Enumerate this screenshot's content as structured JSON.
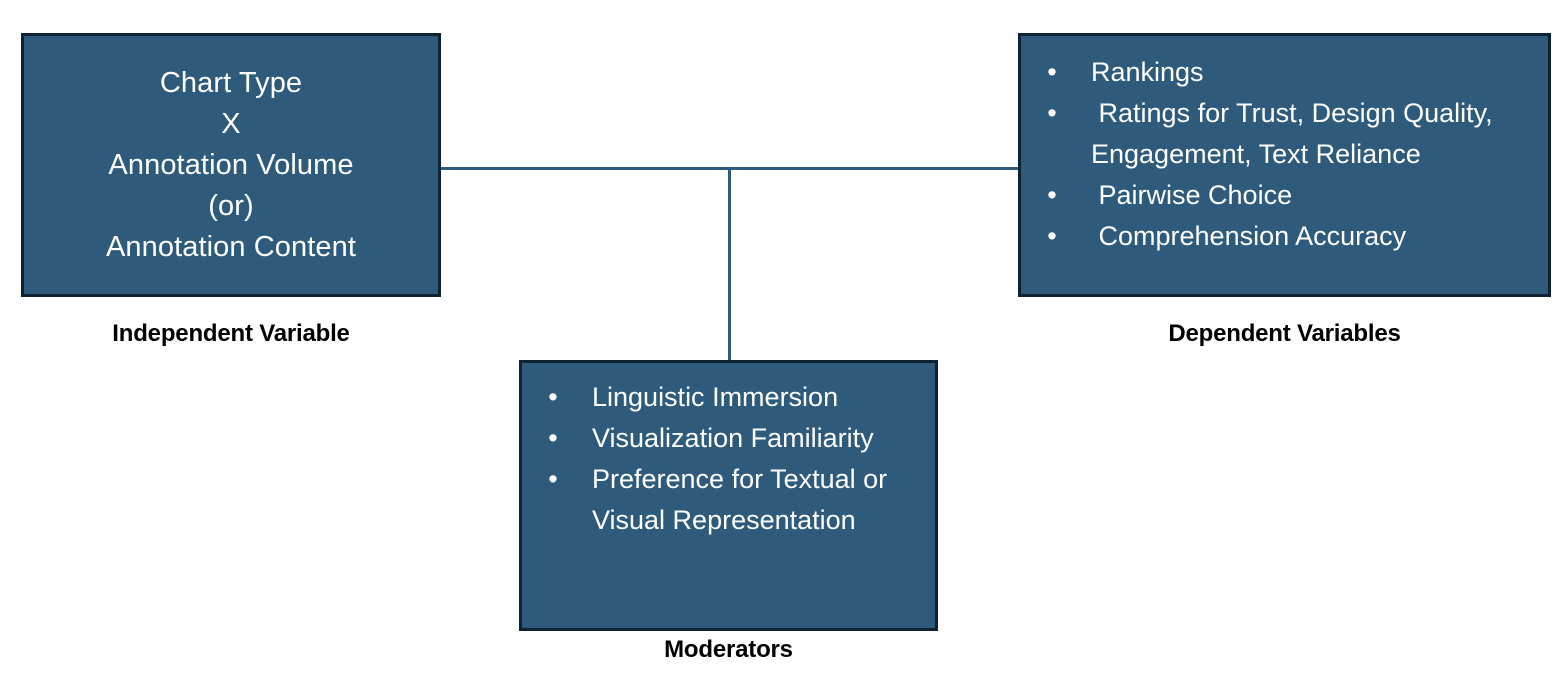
{
  "diagram": {
    "title_independent": "Independent Variable",
    "title_dependent": "Dependent Variables",
    "title_moderators": "Moderators",
    "colors": {
      "box_fill": "#2e5b7b",
      "box_border": "#0f2233",
      "connector": "#2e5b7b",
      "box_text": "#ffffff",
      "caption_text": "#000000",
      "background": "#ffffff"
    },
    "independent_variable": {
      "lines": [
        "Chart Type",
        "X",
        "Annotation Volume",
        "(or)",
        "Annotation Content"
      ]
    },
    "dependent_variables": {
      "bullet_glyph": "•",
      "items": [
        "Rankings",
        " Ratings for Trust, Design Quality, Engagement, Text Reliance",
        " Pairwise Choice",
        " Comprehension Accuracy"
      ]
    },
    "moderators": {
      "bullet_glyph": "•",
      "items": [
        "Linguistic Immersion",
        "Visualization Familiarity",
        "Preference for Textual or Visual Representation"
      ]
    }
  }
}
